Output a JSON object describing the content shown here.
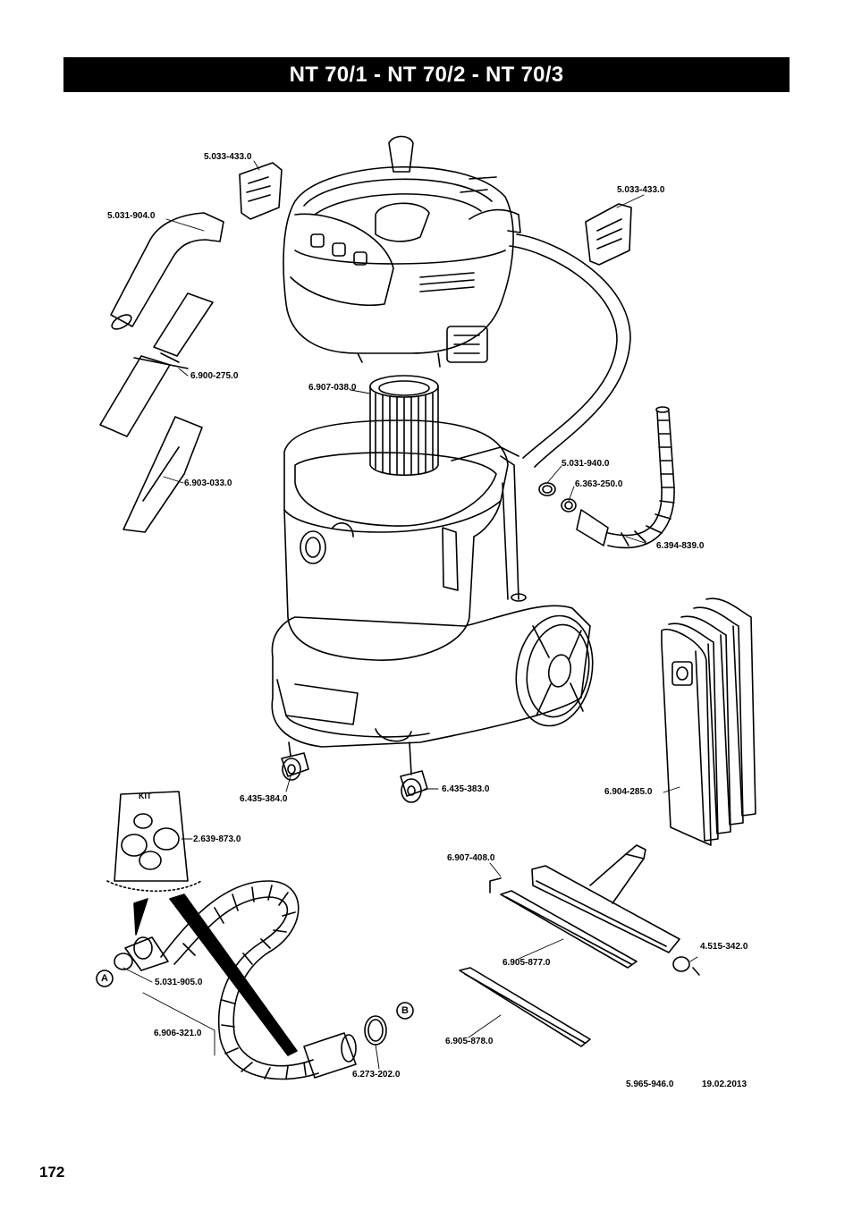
{
  "title": "NT 70/1 - NT 70/2 - NT 70/3",
  "page_number": "172",
  "document_number": "5.965-946.0",
  "document_date": "19.02.2013",
  "kit_label": "KIT",
  "markers": {
    "a": "A",
    "b": "B"
  },
  "parts": [
    {
      "id": "p1",
      "number": "5.033-433.0"
    },
    {
      "id": "p2",
      "number": "5.031-904.0"
    },
    {
      "id": "p3",
      "number": "5.033-433.0"
    },
    {
      "id": "p4",
      "number": "6.900-275.0"
    },
    {
      "id": "p5",
      "number": "6.907-038.0"
    },
    {
      "id": "p6",
      "number": "6.903-033.0"
    },
    {
      "id": "p7",
      "number": "5.031-940.0"
    },
    {
      "id": "p8",
      "number": "6.363-250.0"
    },
    {
      "id": "p9",
      "number": "6.394-839.0"
    },
    {
      "id": "p10",
      "number": "6.435-384.0"
    },
    {
      "id": "p11",
      "number": "6.435-383.0"
    },
    {
      "id": "p12",
      "number": "6.904-285.0"
    },
    {
      "id": "p13",
      "number": "2.639-873.0"
    },
    {
      "id": "p14",
      "number": "6.907-408.0"
    },
    {
      "id": "p15",
      "number": "4.515-342.0"
    },
    {
      "id": "p16",
      "number": "6.905-877.0"
    },
    {
      "id": "p17",
      "number": "5.031-905.0"
    },
    {
      "id": "p18",
      "number": "6.906-321.0"
    },
    {
      "id": "p19",
      "number": "6.905-878.0"
    },
    {
      "id": "p20",
      "number": "6.273-202.0"
    }
  ]
}
